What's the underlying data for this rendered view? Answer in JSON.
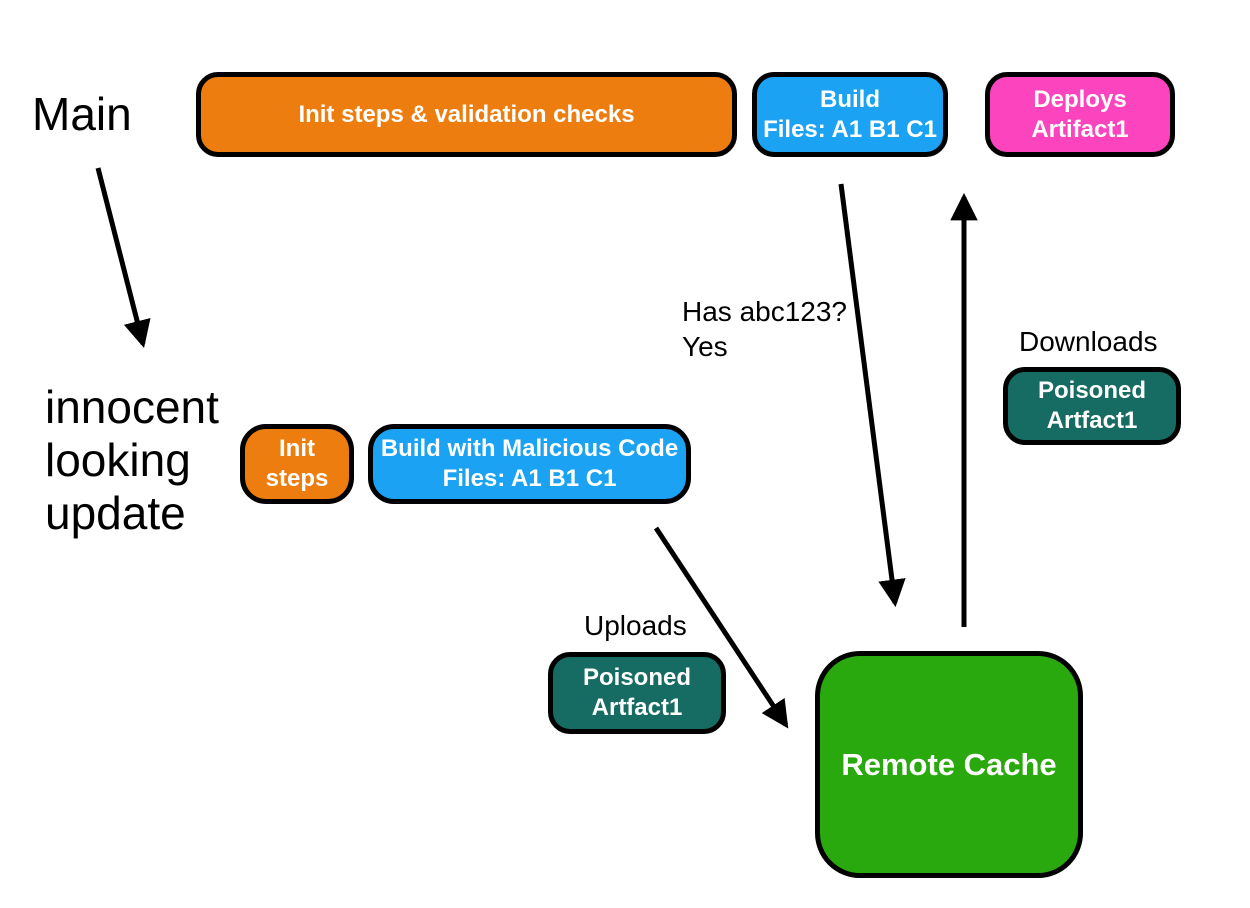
{
  "colors": {
    "orange": "#ED7D0E",
    "blue": "#1BA2F2",
    "pink": "#FB44BD",
    "teal": "#166B62",
    "green": "#2AA90E",
    "line": "#000000"
  },
  "branches": {
    "main": "Main",
    "update_lines": [
      "innocent",
      "looking",
      "update"
    ]
  },
  "nodes": {
    "init_validation": {
      "label": "Init steps & validation checks"
    },
    "build": {
      "lines": [
        "Build",
        "Files: A1 B1 C1"
      ]
    },
    "deploys": {
      "lines": [
        "Deploys",
        "Artifact1"
      ]
    },
    "init_steps": {
      "label": "Init steps"
    },
    "build_malicious": {
      "lines": [
        "Build with Malicious Code",
        "Files: A1 B1 C1"
      ]
    },
    "poisoned_upload": {
      "lines": [
        "Poisoned",
        "Artfact1"
      ]
    },
    "poisoned_download": {
      "lines": [
        "Poisoned",
        "Artfact1"
      ]
    },
    "remote_cache": {
      "label": "Remote Cache"
    }
  },
  "edges": {
    "has_abc123_lines": [
      "Has abc123?",
      "Yes"
    ],
    "downloads": "Downloads",
    "uploads": "Uploads"
  }
}
